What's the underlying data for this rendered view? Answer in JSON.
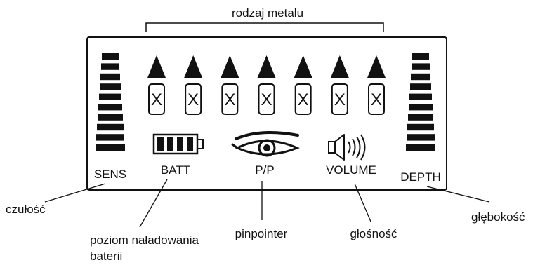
{
  "header_label": "rodzaj metalu",
  "display": {
    "sens_label": "SENS",
    "batt_label": "BATT",
    "pp_label": "P/P",
    "volume_label": "VOLUME",
    "depth_label": "DEPTH",
    "segment_glyph": "X",
    "sens_bar_count": 10,
    "depth_bar_count": 10,
    "metal_slot_count": 7,
    "battery_cell_count": 4
  },
  "callouts": {
    "czulosc": "czułość",
    "bateria_line1": "poziom naładowania",
    "bateria_line2": "baterii",
    "pinpointer": "pinpointer",
    "glosnosc": "głośność",
    "glebokosc": "głębokość"
  },
  "icons": {
    "metal_slot": "triangle-up-icon",
    "battery": "battery-icon",
    "pinpointer": "eye-icon",
    "volume": "speaker-icon"
  },
  "colors": {
    "ink": "#111111",
    "background": "#ffffff"
  }
}
